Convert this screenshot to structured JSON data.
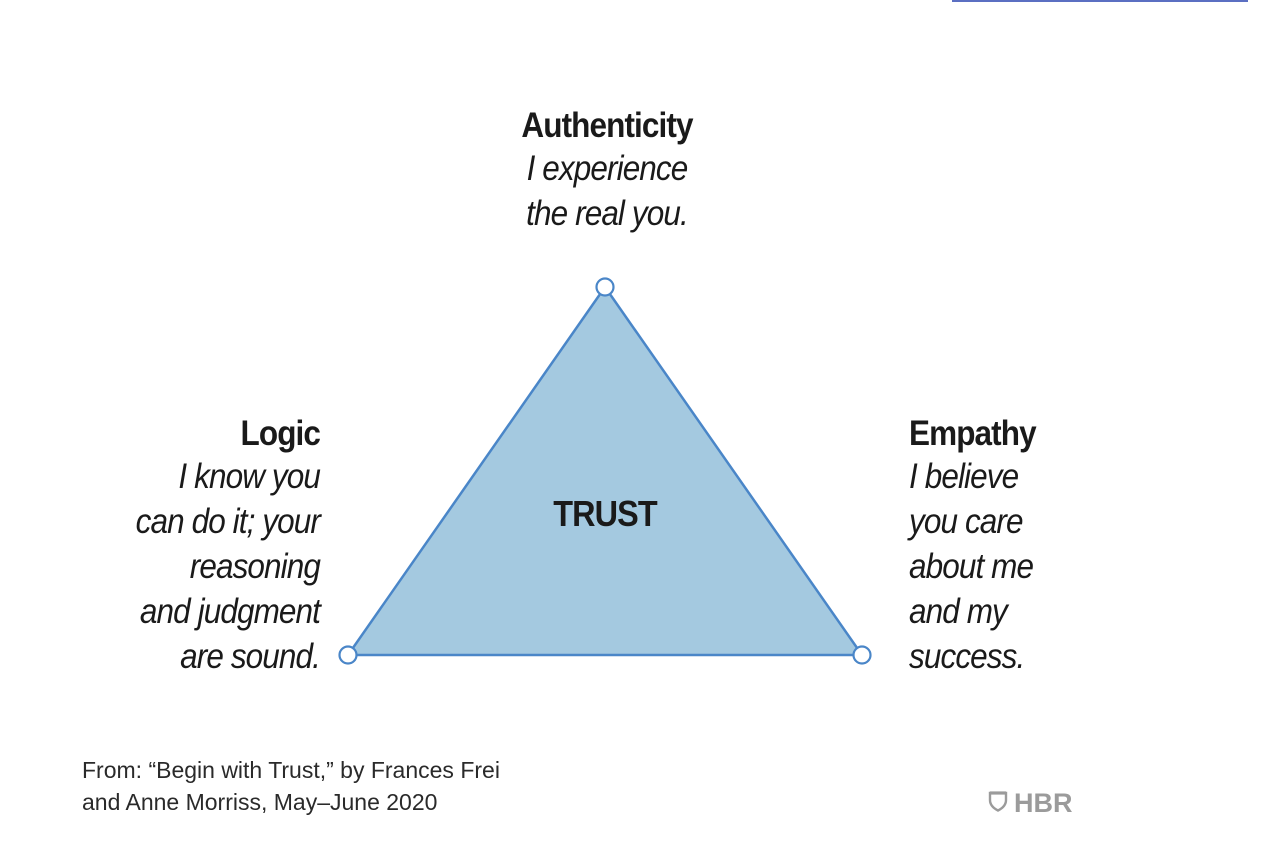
{
  "diagram": {
    "nodes": {
      "authenticity": {
        "title": "Authenticity",
        "description": [
          "I experience",
          "the real you."
        ]
      },
      "logic": {
        "title": "Logic",
        "description": [
          "I know you",
          "can do it; your",
          "reasoning",
          "and judgment",
          "are sound."
        ]
      },
      "empathy": {
        "title": "Empathy",
        "description": [
          "I believe",
          "you care",
          "about me",
          "and my",
          "success."
        ]
      }
    },
    "center_label": "TRUST",
    "colors": {
      "triangle_fill": "#a4c9e0",
      "triangle_stroke": "#4a86c8",
      "vertex_fill": "#ffffff"
    }
  },
  "source": {
    "lines": [
      "From: “Begin with Trust,” by Frances Frei",
      "and Anne Morriss, May–June 2020"
    ]
  },
  "brand": {
    "name": "HBR",
    "icon": "shield-icon",
    "color": "#9b9b9b"
  }
}
